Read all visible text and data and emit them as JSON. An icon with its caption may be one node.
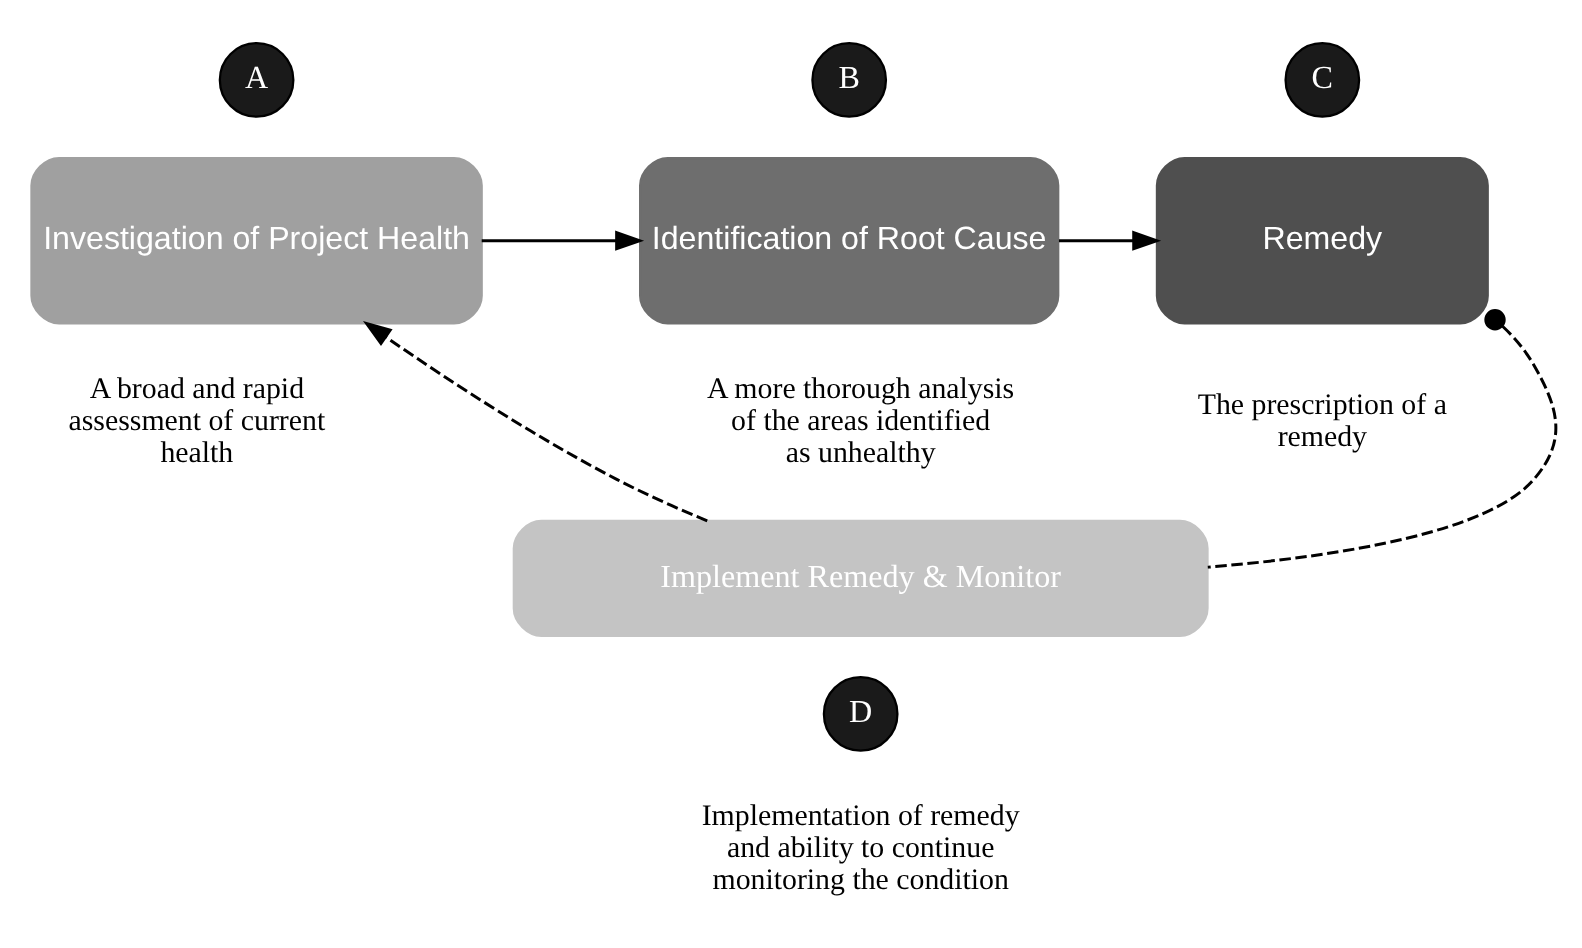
{
  "diagram": {
    "nodes": [
      {
        "text": [
          "A"
        ]
      },
      {
        "text": [
          "Investigation of Project Health"
        ],
        "beside": [
          "A broad and rapid assessment of current health"
        ]
      },
      {
        "text": [
          "B"
        ]
      },
      {
        "text": [
          "Identification of Root Cause"
        ],
        "beside": [
          "A more thorough analysis of the areas identified as unhealthy"
        ]
      },
      {
        "text": [
          "C"
        ]
      },
      {
        "text": [
          "Remedy"
        ],
        "beside": [
          "The prescription of a remedy"
        ]
      },
      {
        "text": [
          "Implement Remedy & Monitor"
        ]
      },
      {
        "text": [
          "D"
        ],
        "beside": [
          "Implementation of remedy and ability to continue monitoring the condition"
        ]
      }
    ],
    "edges": [
      {
        "from": 1,
        "to": 3,
        "arrow": "to"
      },
      {
        "from": 3,
        "to": 5,
        "arrow": "to"
      },
      {
        "from": 5,
        "to": 6,
        "arrow": "other",
        "style": "dashed"
      },
      {
        "from": 6,
        "to": 1,
        "arrow": "to",
        "style": "dashed"
      }
    ]
  }
}
